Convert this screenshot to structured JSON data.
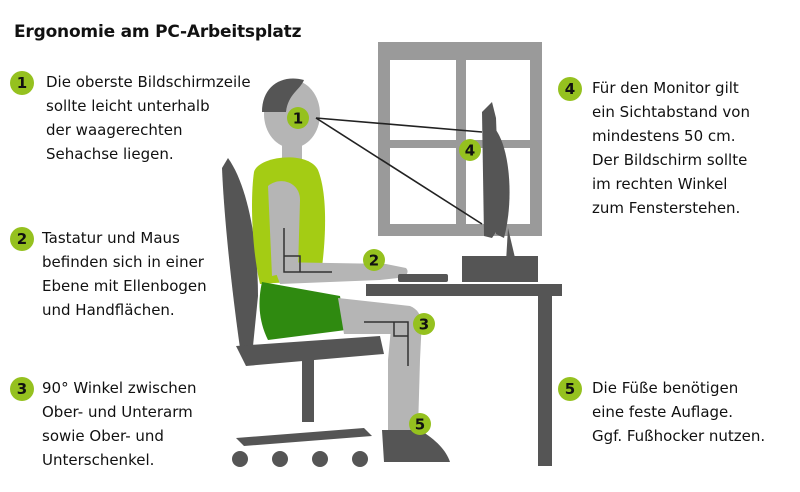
{
  "title": "Ergonomie am PC-Arbeitsplatz",
  "notes": [
    {
      "num": "1",
      "text": "Die oberste Bildschirmzeile\nsollte leicht unterhalb\nder waagerechten\nSehachse liegen."
    },
    {
      "num": "2",
      "text": "Tastatur und Maus\nbefinden sich in einer\nEbene mit Ellenbogen\nund Handflächen."
    },
    {
      "num": "3",
      "text": "90° Winkel zwischen\nOber- und Unterarm\nsowie Ober- und\nUnterschenkel."
    },
    {
      "num": "4",
      "text": "Für den Monitor gilt\nein Sichtabstand von\nmindestens 50 cm.\nDer Bildschirm sollte\nim rechten Winkel\nzum Fensterstehen."
    },
    {
      "num": "5",
      "text": "Die Füße benötigen\neine feste Auflage.\nGgf. Fußhocker nutzen."
    }
  ],
  "markers": [
    "1",
    "2",
    "3",
    "4",
    "5"
  ],
  "colors": {
    "accent": "#95c11f",
    "shirt": "#a4cc14",
    "shorts": "#2f8a10",
    "skin": "#b5b5b5",
    "dark": "#555555",
    "frame": "#9a9a9a"
  }
}
